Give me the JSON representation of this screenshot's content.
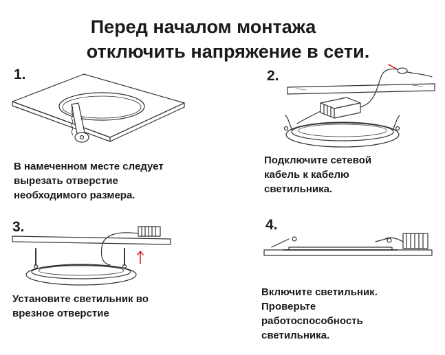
{
  "title": {
    "line1": "Перед началом монтажа",
    "line2": "отключить напряжение в сети."
  },
  "steps": [
    {
      "number": "1.",
      "lines": [
        "В намеченном месте следует",
        "вырезать отверстие",
        "необходимого размера."
      ]
    },
    {
      "number": "2.",
      "lines": [
        "Подключите сетевой",
        "кабель к кабелю",
        "светильника."
      ]
    },
    {
      "number": "3.",
      "lines": [
        "Установите светильник во",
        "врезное отверстие"
      ]
    },
    {
      "number": "4.",
      "lines": [
        "Включите светильник.",
        "Проверьте",
        "работоспособность",
        "светильника."
      ]
    }
  ],
  "colors": {
    "text": "#1a1a1a",
    "line": "#333333",
    "arrow": "#d4232a"
  },
  "icons": [
    "saw-icon",
    "driver-box-icon",
    "spring-clip-icon",
    "up-arrow-icon",
    "cable-connector-icon"
  ]
}
